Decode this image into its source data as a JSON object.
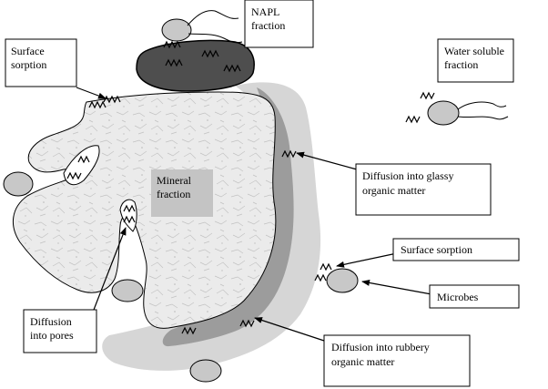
{
  "labels": {
    "napl": [
      "NAPL",
      "fraction"
    ],
    "water_soluble": [
      "Water soluble",
      "fraction"
    ],
    "surface_sorption_top": [
      "Surface",
      "sorption"
    ],
    "glassy": [
      "Diffusion into glassy",
      "organic matter"
    ],
    "mineral": [
      "Mineral",
      "fraction"
    ],
    "surface_sorption_right": [
      "Surface sorption"
    ],
    "microbes": [
      "Microbes"
    ],
    "pores": [
      "Diffusion",
      "into pores"
    ],
    "rubbery": [
      "Diffusion into rubbery",
      "organic matter"
    ]
  },
  "colors": {
    "rubbery_halo": "#d6d6d6",
    "glassy_organic": "#9c9c9c",
    "napl_blob": "#4e4e4e",
    "mineral_fill": "#ebebeb",
    "microbe": "#c8c8c8",
    "mineral_label_box": "#c4c4c4"
  }
}
